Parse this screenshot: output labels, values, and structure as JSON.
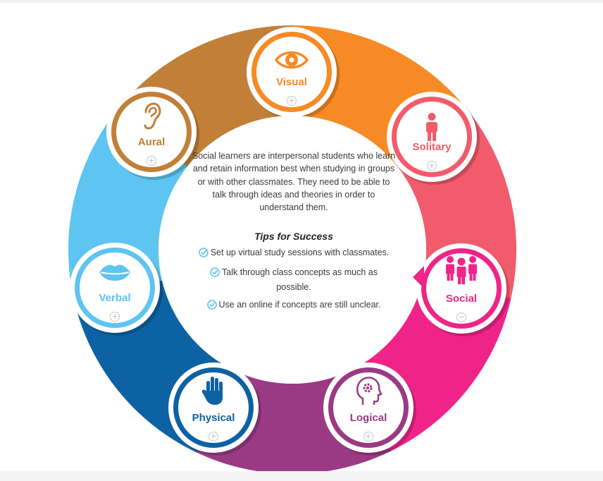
{
  "center": {
    "description": "Social learners are interpersonal students who learn and retain information best when studying in groups or with other classmates. They need to be able to talk through ideas and theories in order to understand them.",
    "tips_title": "Tips for Success",
    "tips": [
      "Set up virtual study sessions with classmates.",
      "Talk through class concepts as much as possible.",
      "Use an online if concepts are still unclear."
    ]
  },
  "styles": [
    {
      "id": "visual",
      "label": "Visual",
      "color": "#f78a24",
      "icon": "eye-icon",
      "toggle": "+",
      "expanded": false
    },
    {
      "id": "solitary",
      "label": "Solitary",
      "color": "#f25b6b",
      "icon": "person-icon",
      "toggle": "+",
      "expanded": false
    },
    {
      "id": "social",
      "label": "Social",
      "color": "#f02488",
      "icon": "group-icon",
      "toggle": "−",
      "expanded": true
    },
    {
      "id": "logical",
      "label": "Logical",
      "color": "#9a3a85",
      "icon": "head-gear-icon",
      "toggle": "+",
      "expanded": false
    },
    {
      "id": "physical",
      "label": "Physical",
      "color": "#0d62a3",
      "icon": "hand-icon",
      "toggle": "+",
      "expanded": false
    },
    {
      "id": "verbal",
      "label": "Verbal",
      "color": "#5ec4f1",
      "icon": "lips-icon",
      "toggle": "+",
      "expanded": false
    },
    {
      "id": "aural",
      "label": "Aural",
      "color": "#c17f38",
      "icon": "ear-icon",
      "toggle": "+",
      "expanded": false
    }
  ],
  "colors": {
    "check": "#5ec4f1",
    "text": "#3a3a3a"
  }
}
